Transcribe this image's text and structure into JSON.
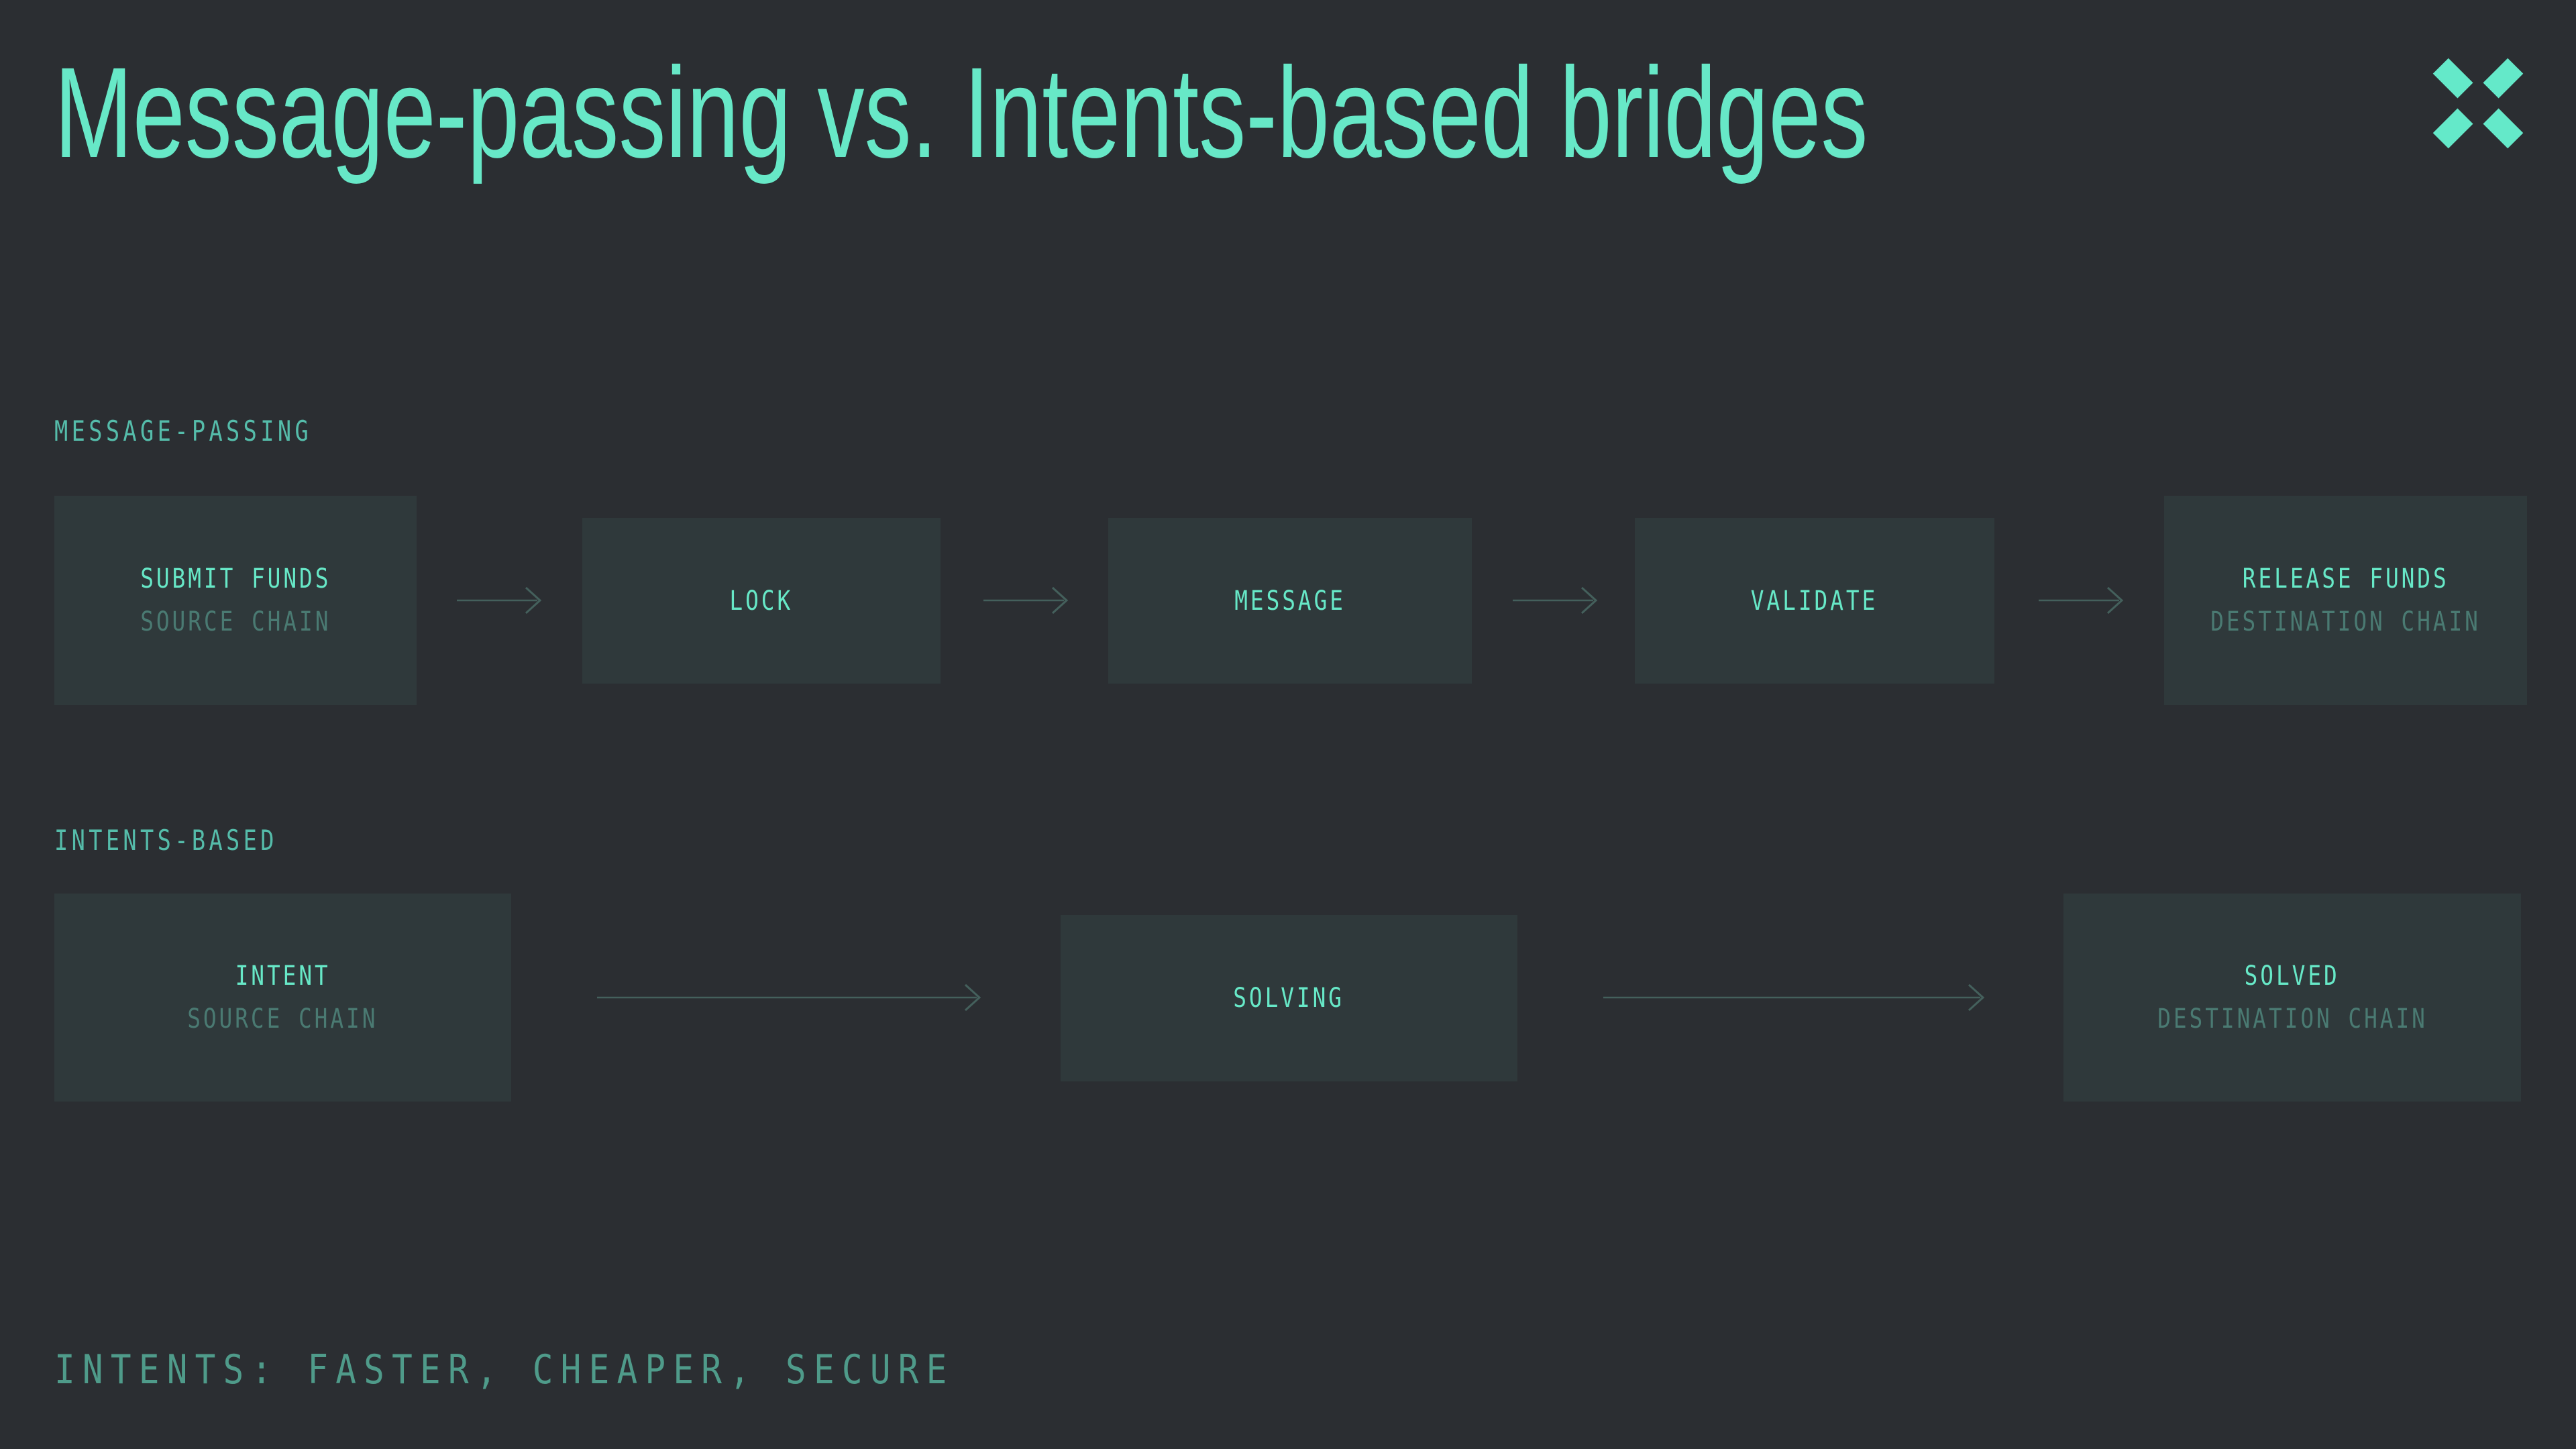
{
  "title": "Message-passing vs. Intents-based bridges",
  "logo": {
    "name": "x-mark-logo"
  },
  "theme": {
    "bg": "#2B2E32",
    "box": "#2F393B",
    "accent": "#67E8C7",
    "section": "#55BCAA",
    "muted": "#4A7A72",
    "arrow": "#44605C",
    "caption": "#4F9B8A"
  },
  "sections": [
    {
      "label": "MESSAGE-PASSING",
      "nodes": [
        {
          "title": "SUBMIT FUNDS",
          "subtitle": "SOURCE CHAIN"
        },
        {
          "title": "LOCK"
        },
        {
          "title": "MESSAGE"
        },
        {
          "title": "VALIDATE"
        },
        {
          "title": "RELEASE FUNDS",
          "subtitle": "DESTINATION CHAIN"
        }
      ]
    },
    {
      "label": "INTENTS-BASED",
      "nodes": [
        {
          "title": "INTENT",
          "subtitle": "SOURCE CHAIN"
        },
        {
          "title": "SOLVING"
        },
        {
          "title": "SOLVED",
          "subtitle": "DESTINATION CHAIN"
        }
      ]
    }
  ],
  "footer": {
    "caption": "INTENTS: FASTER, CHEAPER, SECURE"
  }
}
